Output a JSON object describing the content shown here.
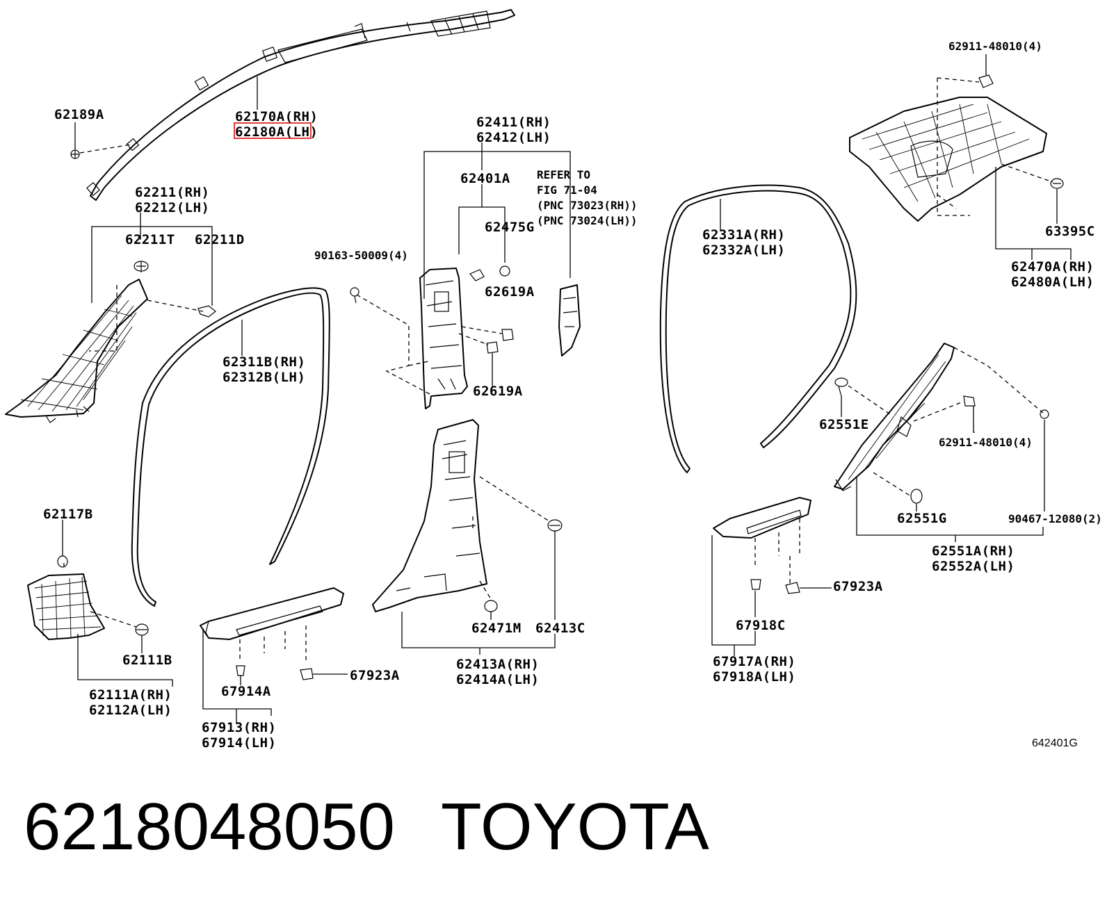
{
  "labels": {
    "l62189A": "62189A",
    "l62170A": "62170A(RH)",
    "l62180A": "62180A(LH)",
    "l62211": "62211(RH)",
    "l62212": "62212(LH)",
    "l62211T": "62211T",
    "l62211D": "62211D",
    "l62411": "62411(RH)",
    "l62412": "62412(LH)",
    "l62401A": "62401A",
    "refer1": "REFER TO",
    "refer2": "FIG 71-04",
    "refer3": "(PNC 73023(RH))",
    "refer4": "(PNC 73024(LH))",
    "l62475G": "62475G",
    "l90163": "90163-50009(4)",
    "l62619A_top": "62619A",
    "l62619A_bot": "62619A",
    "l62311B": "62311B(RH)",
    "l62312B": "62312B(LH)",
    "l62331A": "62331A(RH)",
    "l62332A": "62332A(LH)",
    "l62911_top": "62911-48010(4)",
    "l63395C": "63395C",
    "l62470A": "62470A(RH)",
    "l62480A": "62480A(LH)",
    "l62551E": "62551E",
    "l62911_mid": "62911-48010(4)",
    "l62551G": "62551G",
    "l90467": "90467-12080(2)",
    "l62551A": "62551A(RH)",
    "l62552A": "62552A(LH)",
    "l62117B": "62117B",
    "l62111B": "62111B",
    "l62111A": "62111A(RH)",
    "l62112A": "62112A(LH)",
    "l67914A": "67914A",
    "l67923A_left": "67923A",
    "l67913": "67913(RH)",
    "l67914": "67914(LH)",
    "l62471M": "62471M",
    "l62413C": "62413C",
    "l62413A": "62413A(RH)",
    "l62414A": "62414A(LH)",
    "l67923A_right": "67923A",
    "l67918C": "67918C",
    "l67917A": "67917A(RH)",
    "l67918A": "67918A(LH)",
    "figure_code": "642401G"
  },
  "footer": {
    "part_number": "6218048050",
    "brand": "TOYOTA"
  },
  "highlight_color": "#e53935"
}
